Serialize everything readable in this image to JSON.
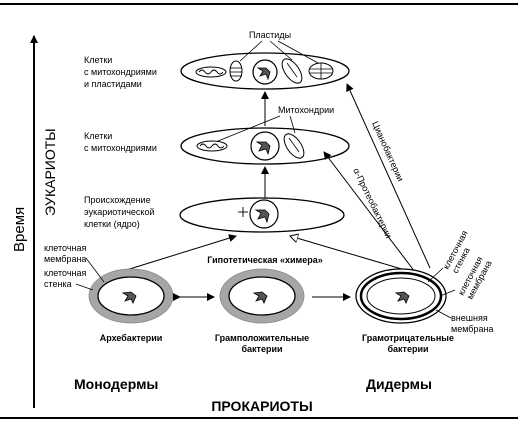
{
  "axes": {
    "time": "Время",
    "eukaryotes": "ЭУКАРИОТЫ",
    "prokaryotes": "ПРОКАРИОТЫ"
  },
  "eukaryotic_levels": {
    "plastids_top": "Пластиды",
    "plastids_level": [
      "Клетки",
      "с митохондриями",
      "и пластидами"
    ],
    "mito_top": "Митохондрии",
    "mito_level": [
      "Клетки",
      "с митохондриями"
    ],
    "origin_level": [
      "Происхождение",
      "эукариотической",
      "клетки (ядро)"
    ]
  },
  "chimera": "Гипотетическая «химера»",
  "left_labels": {
    "membrane": [
      "клеточная",
      "мембрана"
    ],
    "wall": [
      "клеточная",
      "стенка"
    ]
  },
  "right_labels": {
    "wall": [
      "клеточная",
      "стенка"
    ],
    "membrane": [
      "клеточная",
      "мембрана"
    ],
    "outer": [
      "внешняя",
      "мембрана"
    ]
  },
  "diagonals": {
    "cyano": "Цианобактерии",
    "proteo": "α-Протеобактерии"
  },
  "cells": {
    "archaea": "Архебактерии",
    "gram_pos": [
      "Грамположительные",
      "бактерии"
    ],
    "gram_neg": [
      "Грамотрицательные",
      "бактерии"
    ]
  },
  "groups": {
    "monoderms": "Монодермы",
    "diderms": "Дидермы"
  },
  "colors": {
    "ink": "#000000",
    "wall_gray": "#a6a6a6"
  }
}
